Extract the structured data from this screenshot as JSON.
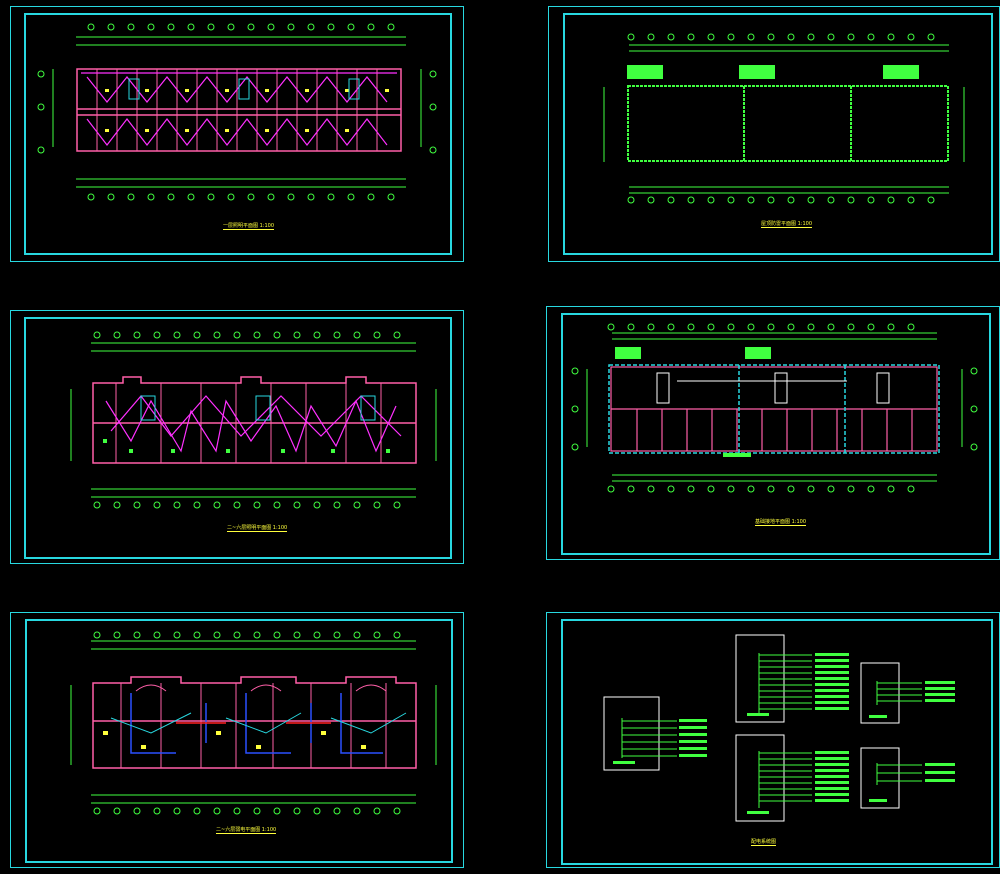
{
  "drawing": {
    "colors": {
      "background": "#000000",
      "frame": "#28d8e0",
      "grid_axis": "#40ff40",
      "wall": "#ff5fa8",
      "wiring": "#ff30ff",
      "fixture": "#ffff3c",
      "cable_blue": "#2a50ff",
      "cable_red": "#ff2020"
    },
    "sheets": [
      {
        "id": "sheet-1",
        "caption": "一层照明平面图 1:100",
        "kind": "floor-plan-lighting"
      },
      {
        "id": "sheet-2",
        "caption": "屋顶防雷平面图 1:100",
        "kind": "roof-lightning"
      },
      {
        "id": "sheet-3",
        "caption": "二~六层照明平面图 1:100",
        "kind": "floor-plan-lighting"
      },
      {
        "id": "sheet-4",
        "caption": "基础接地平面图 1:100",
        "kind": "foundation-grounding"
      },
      {
        "id": "sheet-5",
        "caption": "二~六层弱电平面图 1:100",
        "kind": "floor-plan-weak-current"
      },
      {
        "id": "sheet-6",
        "caption": "配电系统图",
        "kind": "distribution-system"
      }
    ]
  }
}
